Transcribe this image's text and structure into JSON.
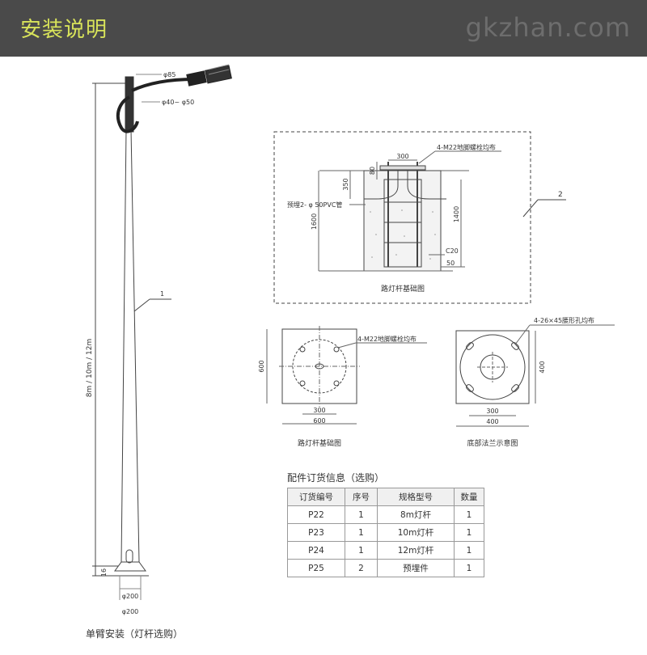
{
  "header": {
    "title": "安装说明",
    "watermark": "gkzhan.com"
  },
  "pole_drawing": {
    "height_dim": "8m / 10m / 12m",
    "lamp_dia": "φ85",
    "arm_dia": "φ40~ φ50",
    "callout": "1",
    "base_height": "16",
    "base_dia_1": "φ200",
    "base_dia_2": "φ200",
    "caption": "单臂安装（灯杆选购）"
  },
  "foundation_section": {
    "dim_top": "300",
    "dim_80": "80",
    "dim_350": "350",
    "dim_1600": "1600",
    "dim_1400": "1400",
    "dim_50": "50",
    "concrete": "C20",
    "bolt_note": "4-M22地脚螺栓均布",
    "pvc_note": "预埋2- φ 50PVC管",
    "callout": "2",
    "caption": "路灯杆基础图"
  },
  "foundation_plan": {
    "bolt_note": "4-M22地脚螺栓均布",
    "dim_side": "600",
    "dim_inner": "300",
    "dim_outer": "600",
    "caption": "路灯杆基础图"
  },
  "flange_plan": {
    "hole_note": "4-26×45腰形孔均布",
    "dim_side": "400",
    "dim_inner": "300",
    "dim_outer": "400",
    "caption": "底部法兰示意图"
  },
  "parts_table": {
    "title": "配件订货信息（选购）",
    "headers": [
      "订货编号",
      "序号",
      "规格型号",
      "数量"
    ],
    "rows": [
      [
        "P22",
        "1",
        "8m灯杆",
        "1"
      ],
      [
        "P23",
        "1",
        "10m灯杆",
        "1"
      ],
      [
        "P24",
        "1",
        "12m灯杆",
        "1"
      ],
      [
        "P25",
        "2",
        "预埋件",
        "1"
      ]
    ]
  }
}
